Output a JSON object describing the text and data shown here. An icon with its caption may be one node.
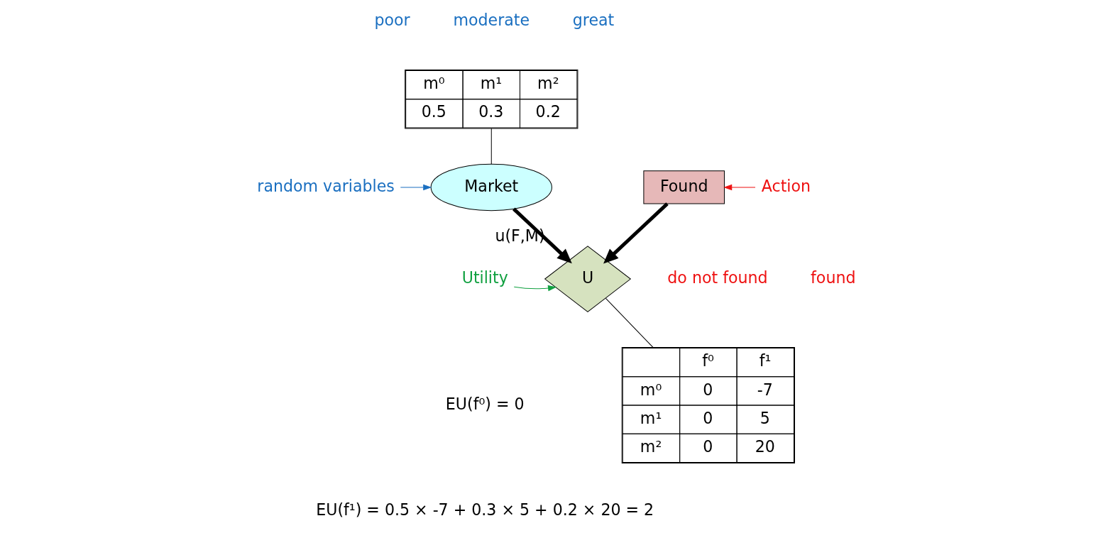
{
  "diagram": {
    "nodes": [
      {
        "text": [
          "m⁰",
          "m¹",
          "m²",
          "0.5",
          "0.3",
          "0.2"
        ]
      },
      {
        "text": [
          "Market"
        ]
      },
      {
        "text": [
          "Found"
        ]
      },
      {
        "text": [
          "U"
        ],
        "beside": [
          "u(F,M)"
        ]
      },
      {
        "text": [
          "f⁰",
          "f¹",
          "m⁰",
          "0",
          "-7",
          "m¹",
          "0",
          "5",
          "m²",
          "0",
          "20"
        ]
      },
      {
        "text": [
          "random variables"
        ]
      },
      {
        "text": [
          "Action"
        ]
      },
      {
        "text": [
          "Utility"
        ]
      }
    ],
    "edges": [
      {
        "from": 0,
        "to": 1,
        "arrow": "none"
      },
      {
        "from": 1,
        "to": 3,
        "arrow": "to",
        "style": "thick"
      },
      {
        "from": 2,
        "to": 3,
        "arrow": "to",
        "style": "thick"
      },
      {
        "from": 3,
        "to": 4,
        "arrow": "none"
      },
      {
        "from": 5,
        "to": 1,
        "arrow": "to",
        "color": "#1a6fc0"
      },
      {
        "from": 6,
        "to": 2,
        "arrow": "to",
        "color": "#ee1111"
      },
      {
        "from": 7,
        "to": 3,
        "arrow": "to",
        "color": "#10a040"
      }
    ],
    "labels": [
      "poor",
      "moderate",
      "great",
      "do not found",
      "found",
      "EU(f⁰) = 0",
      "EU(f¹) = 0.5 × -7 + 0.3 × 5 + 0.2 × 20 = 2"
    ]
  }
}
